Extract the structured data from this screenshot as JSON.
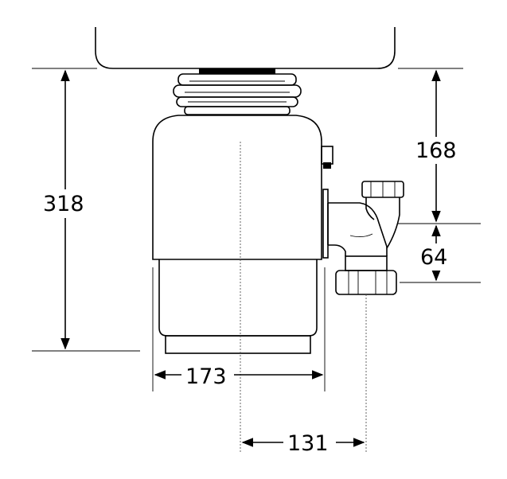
{
  "dimensions": {
    "overall_height": "318",
    "outlet_height": "168",
    "outlet_spacing": "64",
    "body_width": "173",
    "outlet_offset": "131"
  },
  "colors": {
    "line": "#000000",
    "background": "#ffffff"
  }
}
